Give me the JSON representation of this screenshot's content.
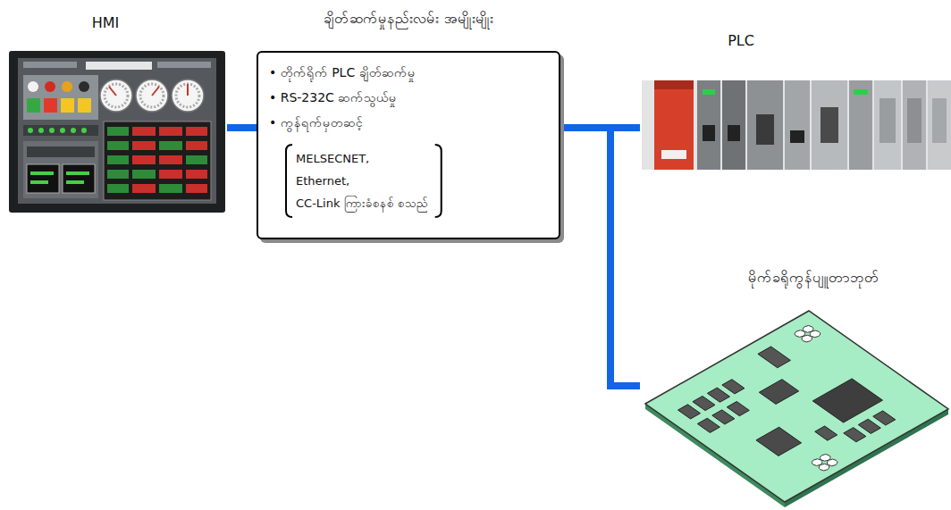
{
  "diagram": {
    "nodes": [
      {
        "text": [
          "HMI"
        ]
      },
      {
        "text": [
          "ချိတ်ဆက်မှုနည်းလမ်း အမျိုးမျိုး",
          "• တိုက်ရိုက် PLC ချိတ်ဆက်မှု",
          "• RS-232C ဆက်သွယ်မှု",
          "• ကွန်ရက်မှတဆင့်",
          "MELSECNET,",
          "Ethernet,",
          "CC-Link ကြားခံစနစ် စသည်"
        ]
      },
      {
        "text": [
          "PLC"
        ]
      },
      {
        "text": [
          "မိုက်ခရိုကွန်ပျူတာဘုတ်"
        ]
      }
    ],
    "edges": [
      {
        "from": 0,
        "to": 1,
        "arrow": "none"
      },
      {
        "from": 1,
        "to": 2,
        "arrow": "none"
      },
      {
        "from": 1,
        "to": 3,
        "arrow": "none"
      }
    ]
  }
}
